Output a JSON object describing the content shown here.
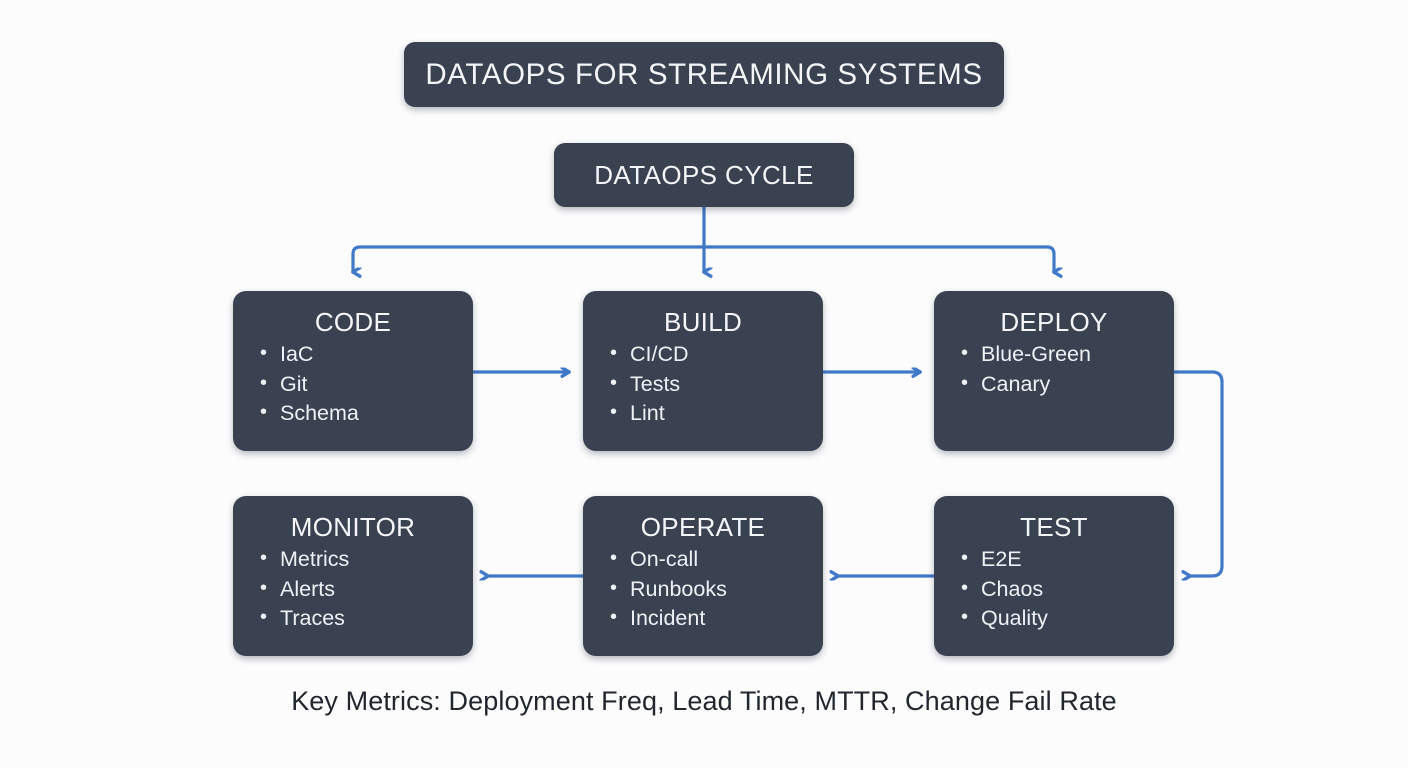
{
  "page": {
    "background_color": "#fcfcfd",
    "node_fill": "#3a4150",
    "node_text_color": "#f4f6f9",
    "connector_color": "#4179c9",
    "footer_text_color": "#22262e"
  },
  "title": {
    "text": "DATAOPS FOR STREAMING SYSTEMS"
  },
  "hub": {
    "text": "DATAOPS CYCLE"
  },
  "stages": [
    {
      "id": "code",
      "title": "CODE",
      "items": [
        "IaC",
        "Git",
        "Schema"
      ]
    },
    {
      "id": "build",
      "title": "BUILD",
      "items": [
        "CI/CD",
        "Tests",
        "Lint"
      ]
    },
    {
      "id": "deploy",
      "title": "DEPLOY",
      "items": [
        "Blue-Green",
        "Canary"
      ]
    },
    {
      "id": "monitor",
      "title": "MONITOR",
      "items": [
        "Metrics",
        "Alerts",
        "Traces"
      ]
    },
    {
      "id": "operate",
      "title": "OPERATE",
      "items": [
        "On-call",
        "Runbooks",
        "Incident"
      ]
    },
    {
      "id": "test",
      "title": "TEST",
      "items": [
        "E2E",
        "Chaos",
        "Quality"
      ]
    }
  ],
  "footer": {
    "text": "Key Metrics: Deployment Freq, Lead Time, MTTR, Change Fail Rate"
  },
  "connectors": [
    {
      "from": "hub",
      "to": "code",
      "kind": "tree-branch-left"
    },
    {
      "from": "hub",
      "to": "build",
      "kind": "tree-branch-center"
    },
    {
      "from": "hub",
      "to": "deploy",
      "kind": "tree-branch-right"
    },
    {
      "from": "code",
      "to": "build",
      "kind": "arrow-right"
    },
    {
      "from": "build",
      "to": "deploy",
      "kind": "arrow-right"
    },
    {
      "from": "deploy",
      "to": "test",
      "kind": "loop-right-down"
    },
    {
      "from": "test",
      "to": "operate",
      "kind": "arrow-left"
    },
    {
      "from": "operate",
      "to": "monitor",
      "kind": "arrow-left"
    }
  ]
}
